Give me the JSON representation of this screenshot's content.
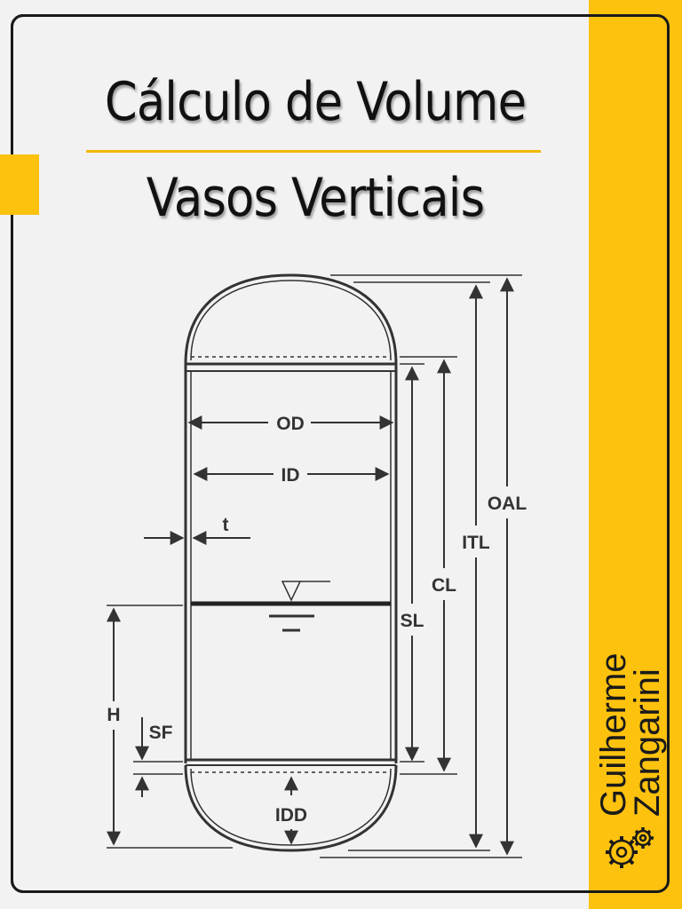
{
  "title": {
    "line1": "Cálculo de Volume",
    "line2": "Vasos Verticais"
  },
  "diagram": {
    "labels": {
      "od": "OD",
      "id": "ID",
      "t": "t",
      "oal": "OAL",
      "itl": "ITL",
      "cl": "CL",
      "sl": "SL",
      "h": "H",
      "sf": "SF",
      "idd": "IDD"
    }
  },
  "brand": {
    "first_name": "Guilherme",
    "last_name": "Zangarini",
    "icon": "gears-icon"
  },
  "colors": {
    "accent": "#fdc20e",
    "background": "#f2f2f2",
    "ink": "#333333"
  }
}
